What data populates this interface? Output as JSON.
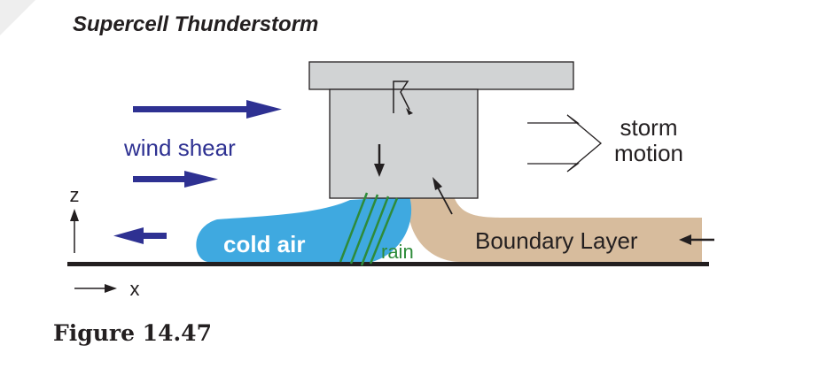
{
  "title": "Supercell Thunderstorm",
  "caption": "Figure 14.47",
  "labels": {
    "wind_shear": "wind shear",
    "storm_motion_line1": "storm",
    "storm_motion_line2": "motion",
    "cold_air": "cold air",
    "rain": "rain",
    "boundary_layer": "Boundary Layer",
    "axis_z": "z",
    "axis_x": "x"
  },
  "colors": {
    "storm_gray": "#d1d3d4",
    "cold_air_blue": "#3fa9e0",
    "boundary_tan": "#d7bc9d",
    "arrow_navy": "#2e3192",
    "rain_green": "#2e8b3a",
    "ink": "#231f20"
  }
}
